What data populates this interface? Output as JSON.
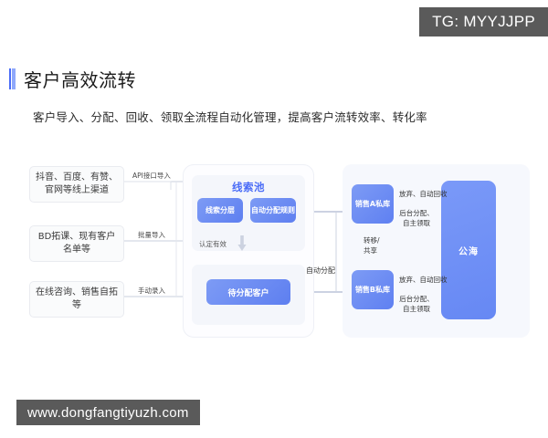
{
  "watermarks": {
    "top": "TG: MYYJJPP",
    "bottom": "www.dongfangtiyuzh.com"
  },
  "header": {
    "title": "客户高效流转",
    "subtitle": "客户导入、分配、回收、领取全流程自动化管理，提高客户流转效率、转化率",
    "accent_color": "#4a6cf7"
  },
  "diagram": {
    "sources": [
      {
        "text": "抖音、百度、有赞、官网等线上渠道",
        "connector": "API接口导入"
      },
      {
        "text": "BD拓课、现有客户名单等",
        "connector": "批量导入"
      },
      {
        "text": "在线咨询、销售自拓等",
        "connector": "手动录入"
      }
    ],
    "pool": {
      "title": "线索池",
      "chips": [
        "线索分层",
        "自动分配规则"
      ],
      "transition_label": "认定有效",
      "pending": "待分配客户",
      "output_label": "自动分配"
    },
    "right": {
      "libraries": [
        {
          "name": "销售A私库",
          "out_label": "放弃、自动回收",
          "in_label": "后台分配、自主领取"
        },
        {
          "name": "销售B私库",
          "out_label": "放弃、自动回收",
          "in_label": "后台分配、自主领取"
        }
      ],
      "between_libraries_label": "转移/共享",
      "sea": "公海"
    },
    "colors": {
      "chip_blue": "#6b87f2",
      "sea_blue": "#6b8cf5",
      "panel_bg": "#f6f8fd"
    }
  }
}
